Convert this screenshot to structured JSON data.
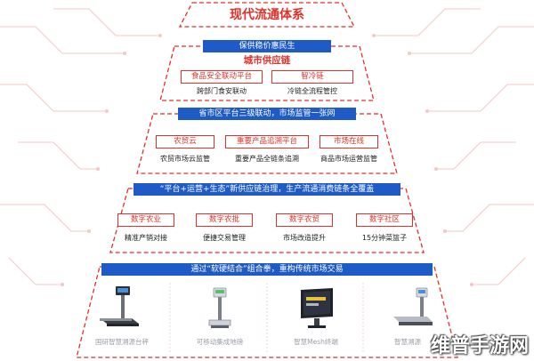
{
  "title": "现代流通体系",
  "tier1": {
    "banner": "保供稳价惠民生",
    "subtitle": "城市供应链",
    "items": [
      {
        "label": "食品安全联动平台",
        "caption": "跨部门食安联动"
      },
      {
        "label": "智冷链",
        "caption": "冷链全流程管控"
      }
    ]
  },
  "tier2": {
    "banner": "省市区平台三级联动，市场监管一张网",
    "items": [
      {
        "label": "农贸云",
        "caption": "农贸市场云监管"
      },
      {
        "label": "重要产品追溯平台",
        "caption": "重要产品全链条追溯"
      },
      {
        "label": "市场在线",
        "caption": "商品市场运营监管"
      }
    ]
  },
  "tier3": {
    "banner": "“平台+运营+生态”新供应链治理，生产流通消费链条全覆盖",
    "items": [
      {
        "label": "数字农业",
        "caption": "精准产销对接"
      },
      {
        "label": "数字农批",
        "caption": "便捷交易管理"
      },
      {
        "label": "数字农贸",
        "caption": "市场改造提升"
      },
      {
        "label": "数字社区",
        "caption": "15分钟菜篮子"
      }
    ]
  },
  "tier4": {
    "banner": "通过“软硬结合”组合拳，重构传统市场交易",
    "devices": [
      {
        "caption": "国研智慧溯源台秤",
        "icon": "platform-scale-icon"
      },
      {
        "caption": "可移动集成地磅",
        "icon": "floor-scale-icon"
      },
      {
        "caption": "智慧Mesh终端",
        "icon": "mesh-terminal-icon"
      },
      {
        "caption": "智慧溯源",
        "icon": "trace-scale-icon"
      }
    ]
  },
  "watermark": "维普手游网",
  "colors": {
    "accent_red": "#e0302a",
    "banner_blue": "#1e5bc6",
    "line_pink": "#f3c2bf"
  }
}
